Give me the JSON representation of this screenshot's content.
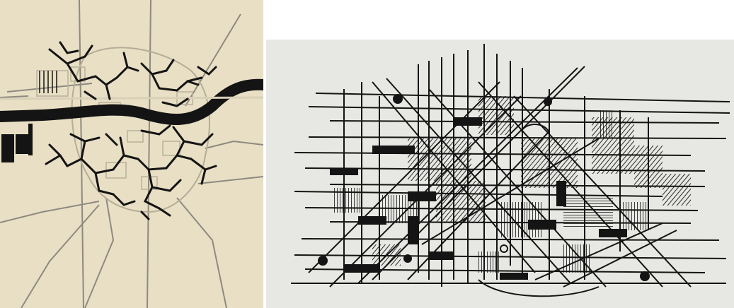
{
  "panels": [
    {
      "id": "left",
      "kind": "urban-plan-drawing",
      "style": "tree-like branching network with river"
    },
    {
      "id": "right",
      "kind": "urban-plan-drawing",
      "style": "overlapping semi-lattice grid with hatched blocks"
    }
  ],
  "colors": {
    "left_paper": "#e9dfc4",
    "right_paper": "#e7e7e3",
    "ink": "#141414",
    "road": "#8d8a80"
  }
}
